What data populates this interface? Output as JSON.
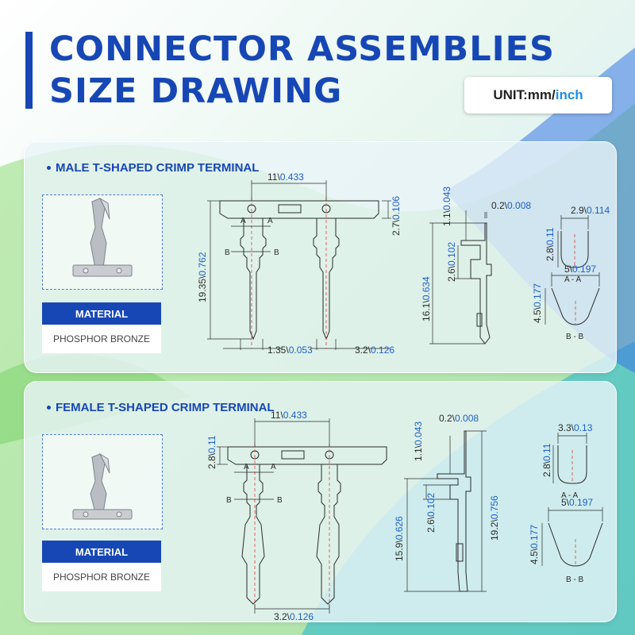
{
  "title": {
    "line1": "CONNECTOR ASSEMBLIES",
    "line2": "SIZE DRAWING"
  },
  "unit": {
    "label": "UNIT: ",
    "mm": "mm/",
    "inch": "inch"
  },
  "colors": {
    "brand_blue": "#1747b5",
    "dim_blue": "#1d5fc8",
    "center_red": "#e0413a",
    "line_dark": "#2a2a2a"
  },
  "male": {
    "title": "MALE T-SHAPED CRIMP TERMINAL",
    "material_label": "MATERIAL",
    "material": "PHOSPHOR BRONZE",
    "dims": {
      "width_top": {
        "mm": "11\\",
        "inch": "0.433"
      },
      "flange_h": {
        "mm": "2.7\\",
        "inch": "0.106"
      },
      "height": {
        "mm": "19.35\\",
        "inch": "0.762"
      },
      "pin_w": {
        "mm": "1.35\\",
        "inch": "0.053"
      },
      "pitch": {
        "mm": "3.2\\",
        "inch": "0.126"
      },
      "side_top": {
        "mm": "1.1\\",
        "inch": "0.043"
      },
      "side_thick": {
        "mm": "0.2\\",
        "inch": "0.008"
      },
      "side_mid": {
        "mm": "2.6\\",
        "inch": "0.102"
      },
      "side_height": {
        "mm": "16.1\\",
        "inch": "0.634"
      },
      "aa_w": {
        "mm": "2.9\\",
        "inch": "0.114"
      },
      "aa_h": {
        "mm": "2.8\\",
        "inch": "0.11"
      },
      "bb_w": {
        "mm": "5\\",
        "inch": "0.197"
      },
      "bb_h": {
        "mm": "4.5\\",
        "inch": "0.177"
      }
    }
  },
  "female": {
    "title": "FEMALE T-SHAPED CRIMP TERMINAL",
    "material_label": "MATERIAL",
    "material": "PHOSPHOR BRONZE",
    "dims": {
      "width_top": {
        "mm": "11\\",
        "inch": "0.433"
      },
      "flange_h": {
        "mm": "2.8\\",
        "inch": "0.11"
      },
      "pitch": {
        "mm": "3.2\\",
        "inch": "0.126"
      },
      "side_top": {
        "mm": "1.1\\",
        "inch": "0.043"
      },
      "side_thick": {
        "mm": "0.2\\",
        "inch": "0.008"
      },
      "side_mid": {
        "mm": "2.6\\",
        "inch": "0.102"
      },
      "side_height": {
        "mm": "15.9\\",
        "inch": "0.626"
      },
      "total_height": {
        "mm": "19.2\\",
        "inch": "0.756"
      },
      "aa_w": {
        "mm": "3.3\\",
        "inch": "0.13"
      },
      "aa_h": {
        "mm": "2.8\\",
        "inch": "0.11"
      },
      "bb_w": {
        "mm": "5\\",
        "inch": "0.197"
      },
      "bb_h": {
        "mm": "4.5\\",
        "inch": "0.177"
      }
    }
  },
  "labels": {
    "a": "A",
    "b": "B",
    "section_aa": "A - A",
    "section_bb": "B - B"
  }
}
